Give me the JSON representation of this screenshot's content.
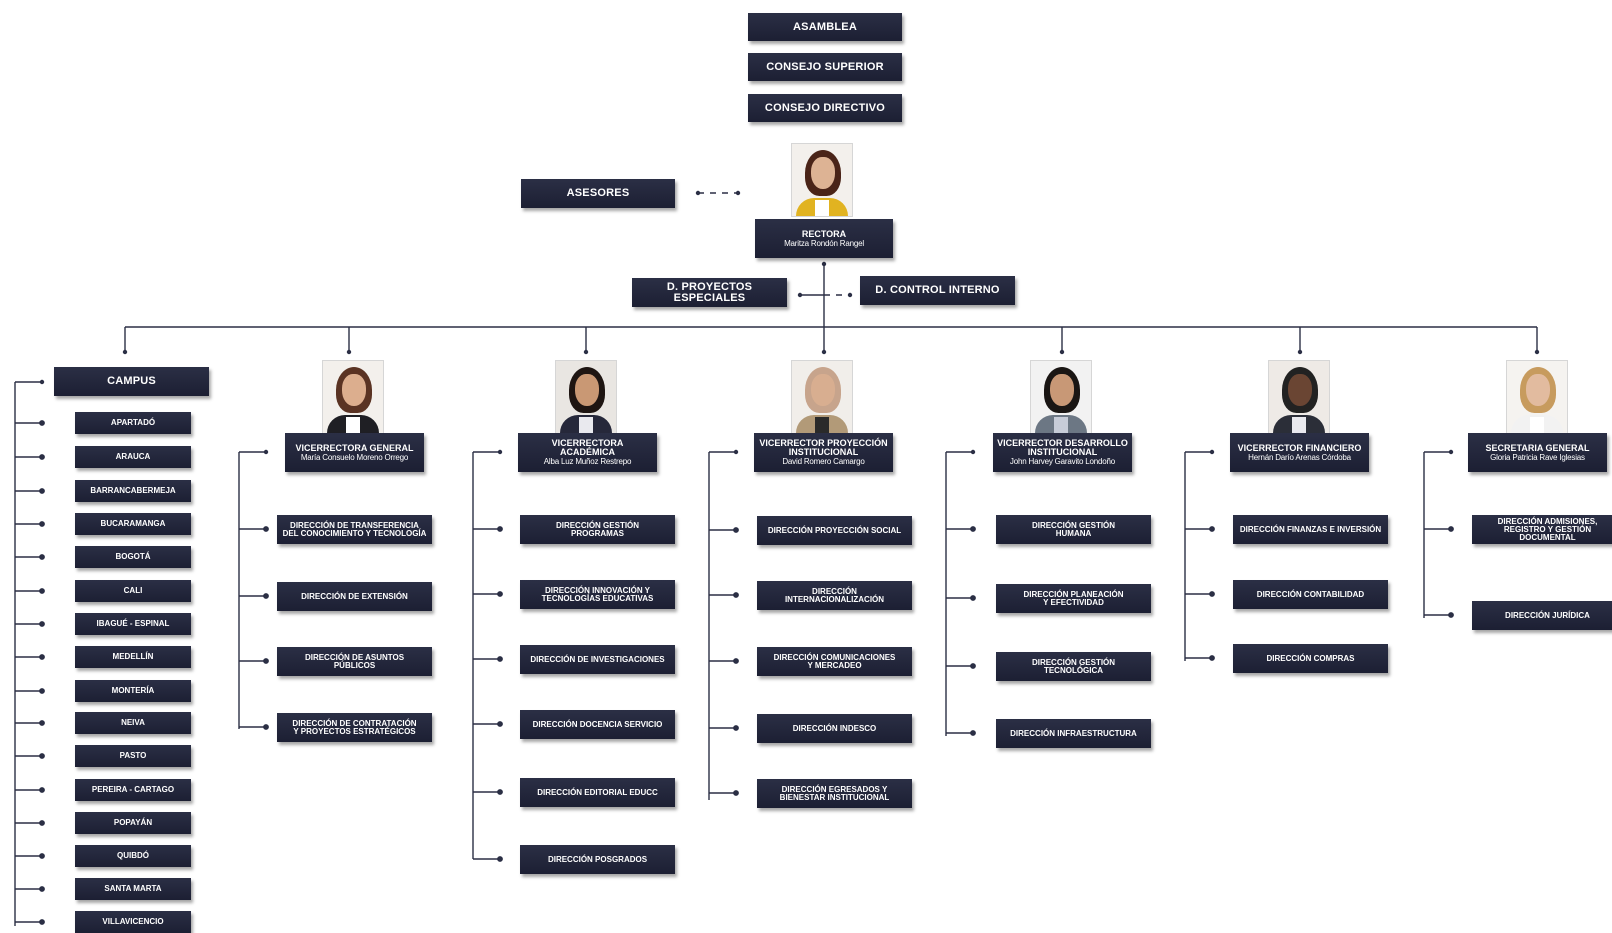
{
  "top": {
    "asamblea": "ASAMBLEA",
    "consejo_superior": "CONSEJO SUPERIOR",
    "consejo_directivo": "CONSEJO DIRECTIVO",
    "asesores": "ASESORES",
    "rectora": {
      "title": "RECTORA",
      "name": "Maritza Rondón Rangel"
    },
    "proyectos_especiales": "D. PROYECTOS ESPECIALES",
    "control_interno": "D. CONTROL INTERNO"
  },
  "campus": {
    "title": "CAMPUS",
    "items": [
      "APARTADÓ",
      "ARAUCA",
      "BARRANCABERMEJA",
      "BUCARAMANGA",
      "BOGOTÁ",
      "CALI",
      "IBAGUÉ - ESPINAL",
      "MEDELLÍN",
      "MONTERÍA",
      "NEIVA",
      "PASTO",
      "PEREIRA - CARTAGO",
      "POPAYÁN",
      "QUIBDÓ",
      "SANTA MARTA",
      "VILLAVICENCIO"
    ]
  },
  "branches": [
    {
      "title": "VICERRECTORA GENERAL",
      "name": "María Consuelo Moreno Orrego",
      "directions": [
        "DIRECCIÓN DE TRANSFERENCIA\nDEL CONOCIMIENTO Y TECNOLOGÍA",
        "DIRECCIÓN DE EXTENSIÓN",
        "DIRECCIÓN DE ASUNTOS\nPÚBLICOS",
        "DIRECCIÓN DE CONTRATACIÓN\nY PROYECTOS ESTRATÉGICOS"
      ]
    },
    {
      "title": "VICERRECTORA\nACADÉMICA",
      "name": "Alba Luz Muñoz Restrepo",
      "directions": [
        "DIRECCIÓN GESTIÓN\nPROGRAMAS",
        "DIRECCIÓN INNOVACIÓN Y\nTECNOLOGÍAS EDUCATIVAS",
        "DIRECCIÓN DE INVESTIGACIONES",
        "DIRECCIÓN DOCENCIA SERVICIO",
        "DIRECCIÓN EDITORIAL EDUCC",
        "DIRECCIÓN POSGRADOS"
      ]
    },
    {
      "title": "VICERRECTOR PROYECCIÓN\nINSTITUCIONAL",
      "name": "David Romero Camargo",
      "directions": [
        "DIRECCIÓN PROYECCIÓN SOCIAL",
        "DIRECCIÓN\nINTERNACIONALIZACIÓN",
        "DIRECCIÓN COMUNICACIONES\nY MERCADEO",
        "DIRECCIÓN INDESCO",
        "DIRECCIÓN EGRESADOS Y\nBIENESTAR INSTITUCIONAL"
      ]
    },
    {
      "title": "VICERRECTOR DESARROLLO\nINSTITUCIONAL",
      "name": "John Harvey Garavito Londoño",
      "directions": [
        "DIRECCIÓN GESTIÓN\nHUMANA",
        "DIRECCIÓN PLANEACIÓN\nY EFECTIVIDAD",
        "DIRECCIÓN GESTIÓN\nTECNOLÓGICA",
        "DIRECCIÓN INFRAESTRUCTURA"
      ]
    },
    {
      "title": "VICERRECTOR FINANCIERO",
      "name": "Hernán Darío Arenas Córdoba",
      "directions": [
        "DIRECCIÓN FINANZAS E INVERSIÓN",
        "DIRECCIÓN CONTABILIDAD",
        "DIRECCIÓN COMPRAS"
      ]
    },
    {
      "title": "SECRETARIA GENERAL",
      "name": "Gloria Patricia Rave Iglesias",
      "directions": [
        "DIRECCIÓN ADMISIONES,\nREGISTRO Y GESTIÓN DOCUMENTAL",
        "DIRECCIÓN JURÍDICA"
      ]
    }
  ],
  "colors": {
    "box": "#1f2236",
    "line": "#2b2f45",
    "text": "#ffffff"
  },
  "icons": {
    "portrait": "person-photo"
  }
}
